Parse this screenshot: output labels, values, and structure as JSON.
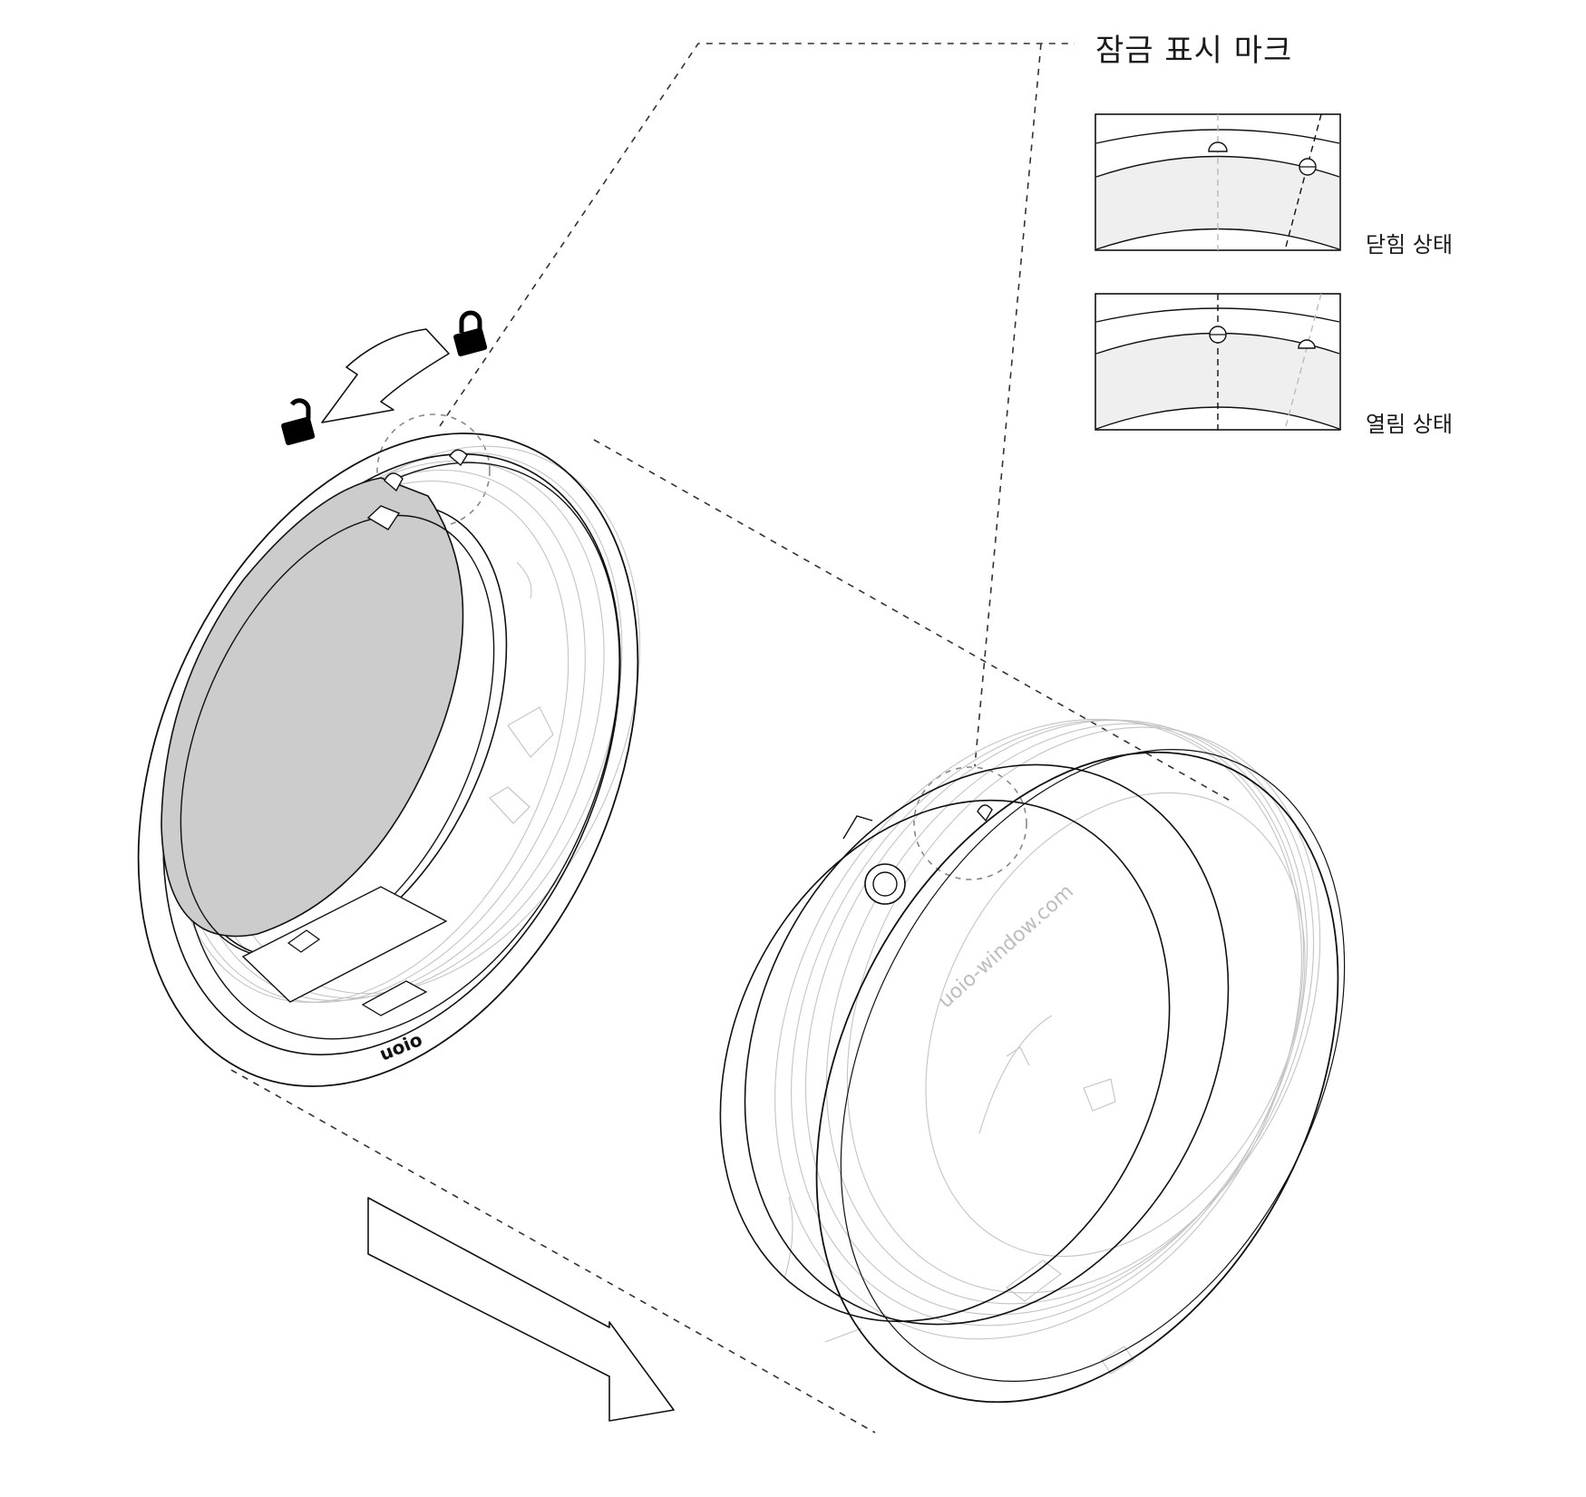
{
  "labels": {
    "lock_mark_title": "잠금 표시 마크",
    "closed_state": "닫힘 상태",
    "open_state": "열림 상태"
  },
  "brand_text": {
    "front_ring_logo": "uoio",
    "cap_side_text": "uoio-window.com"
  },
  "colors": {
    "line": "#111111",
    "faint_line": "#bdbdbd",
    "lens_fill": "#cccccc",
    "band_fill": "#efefef",
    "icon_fill": "#000000"
  },
  "icons": {
    "locked": "padlock-closed-icon",
    "unlocked": "padlock-open-icon",
    "rotate_arrow": "rotate-counterclockwise-arrow",
    "push_arrow": "push-direction-arrow"
  }
}
